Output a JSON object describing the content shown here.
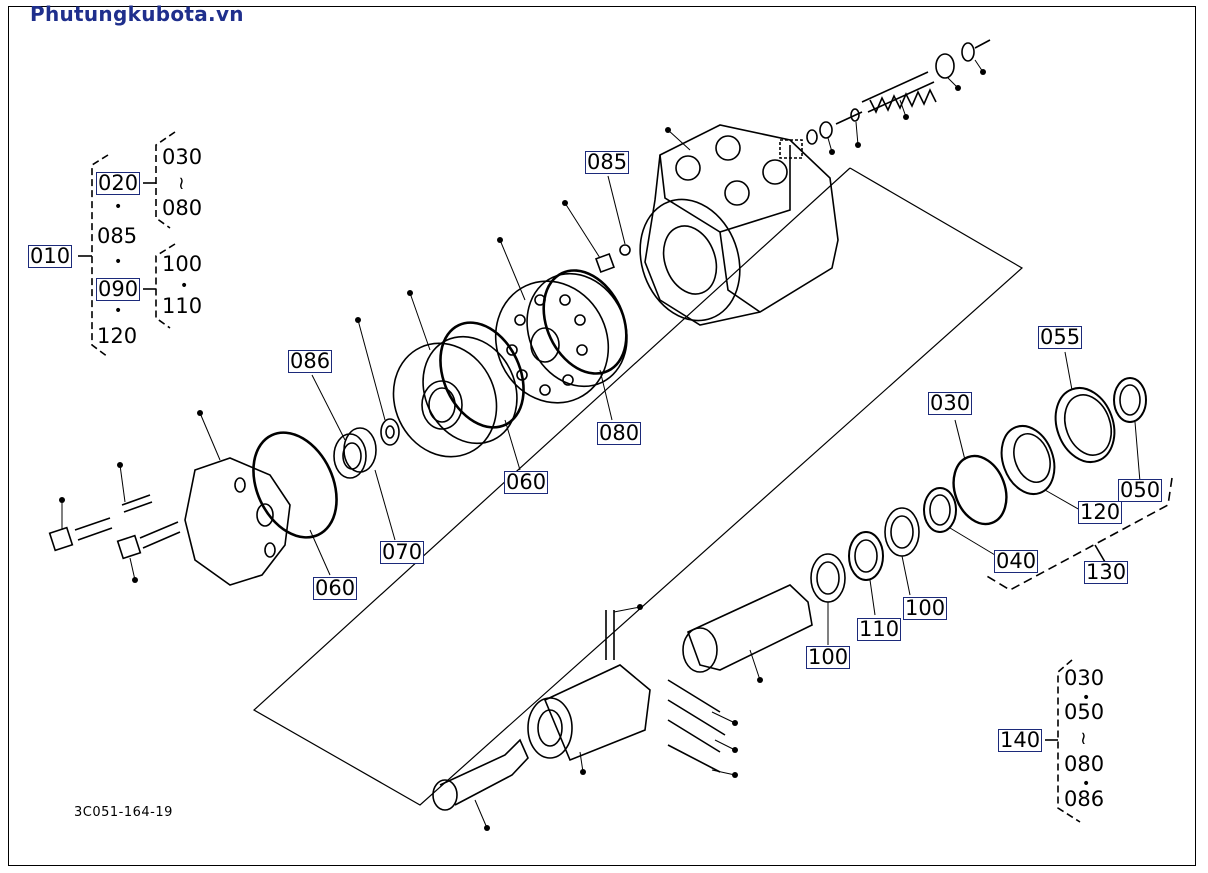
{
  "header": {
    "watermark": "Phutungkubota.vn"
  },
  "drawing_code": "3C051-164-19",
  "callouts": {
    "c010": "010",
    "c020": "020",
    "c030a": "030",
    "c080a": "080",
    "c085a": "085",
    "c090": "090",
    "c100a": "100",
    "c110a": "110",
    "c120a": "120",
    "c085": "085",
    "c086": "086",
    "c060a": "060",
    "c060b": "060",
    "c070": "070",
    "c080": "080",
    "c055": "055",
    "c030": "030",
    "c050": "050",
    "c120": "120",
    "c040": "040",
    "c130": "130",
    "c100b": "100",
    "c110": "110",
    "c100c": "100",
    "c140": "140",
    "c030b": "030",
    "c050b": "050",
    "c080b": "080",
    "c086b": "086"
  },
  "symbols": {
    "dot": "•",
    "tilde": "≀"
  }
}
